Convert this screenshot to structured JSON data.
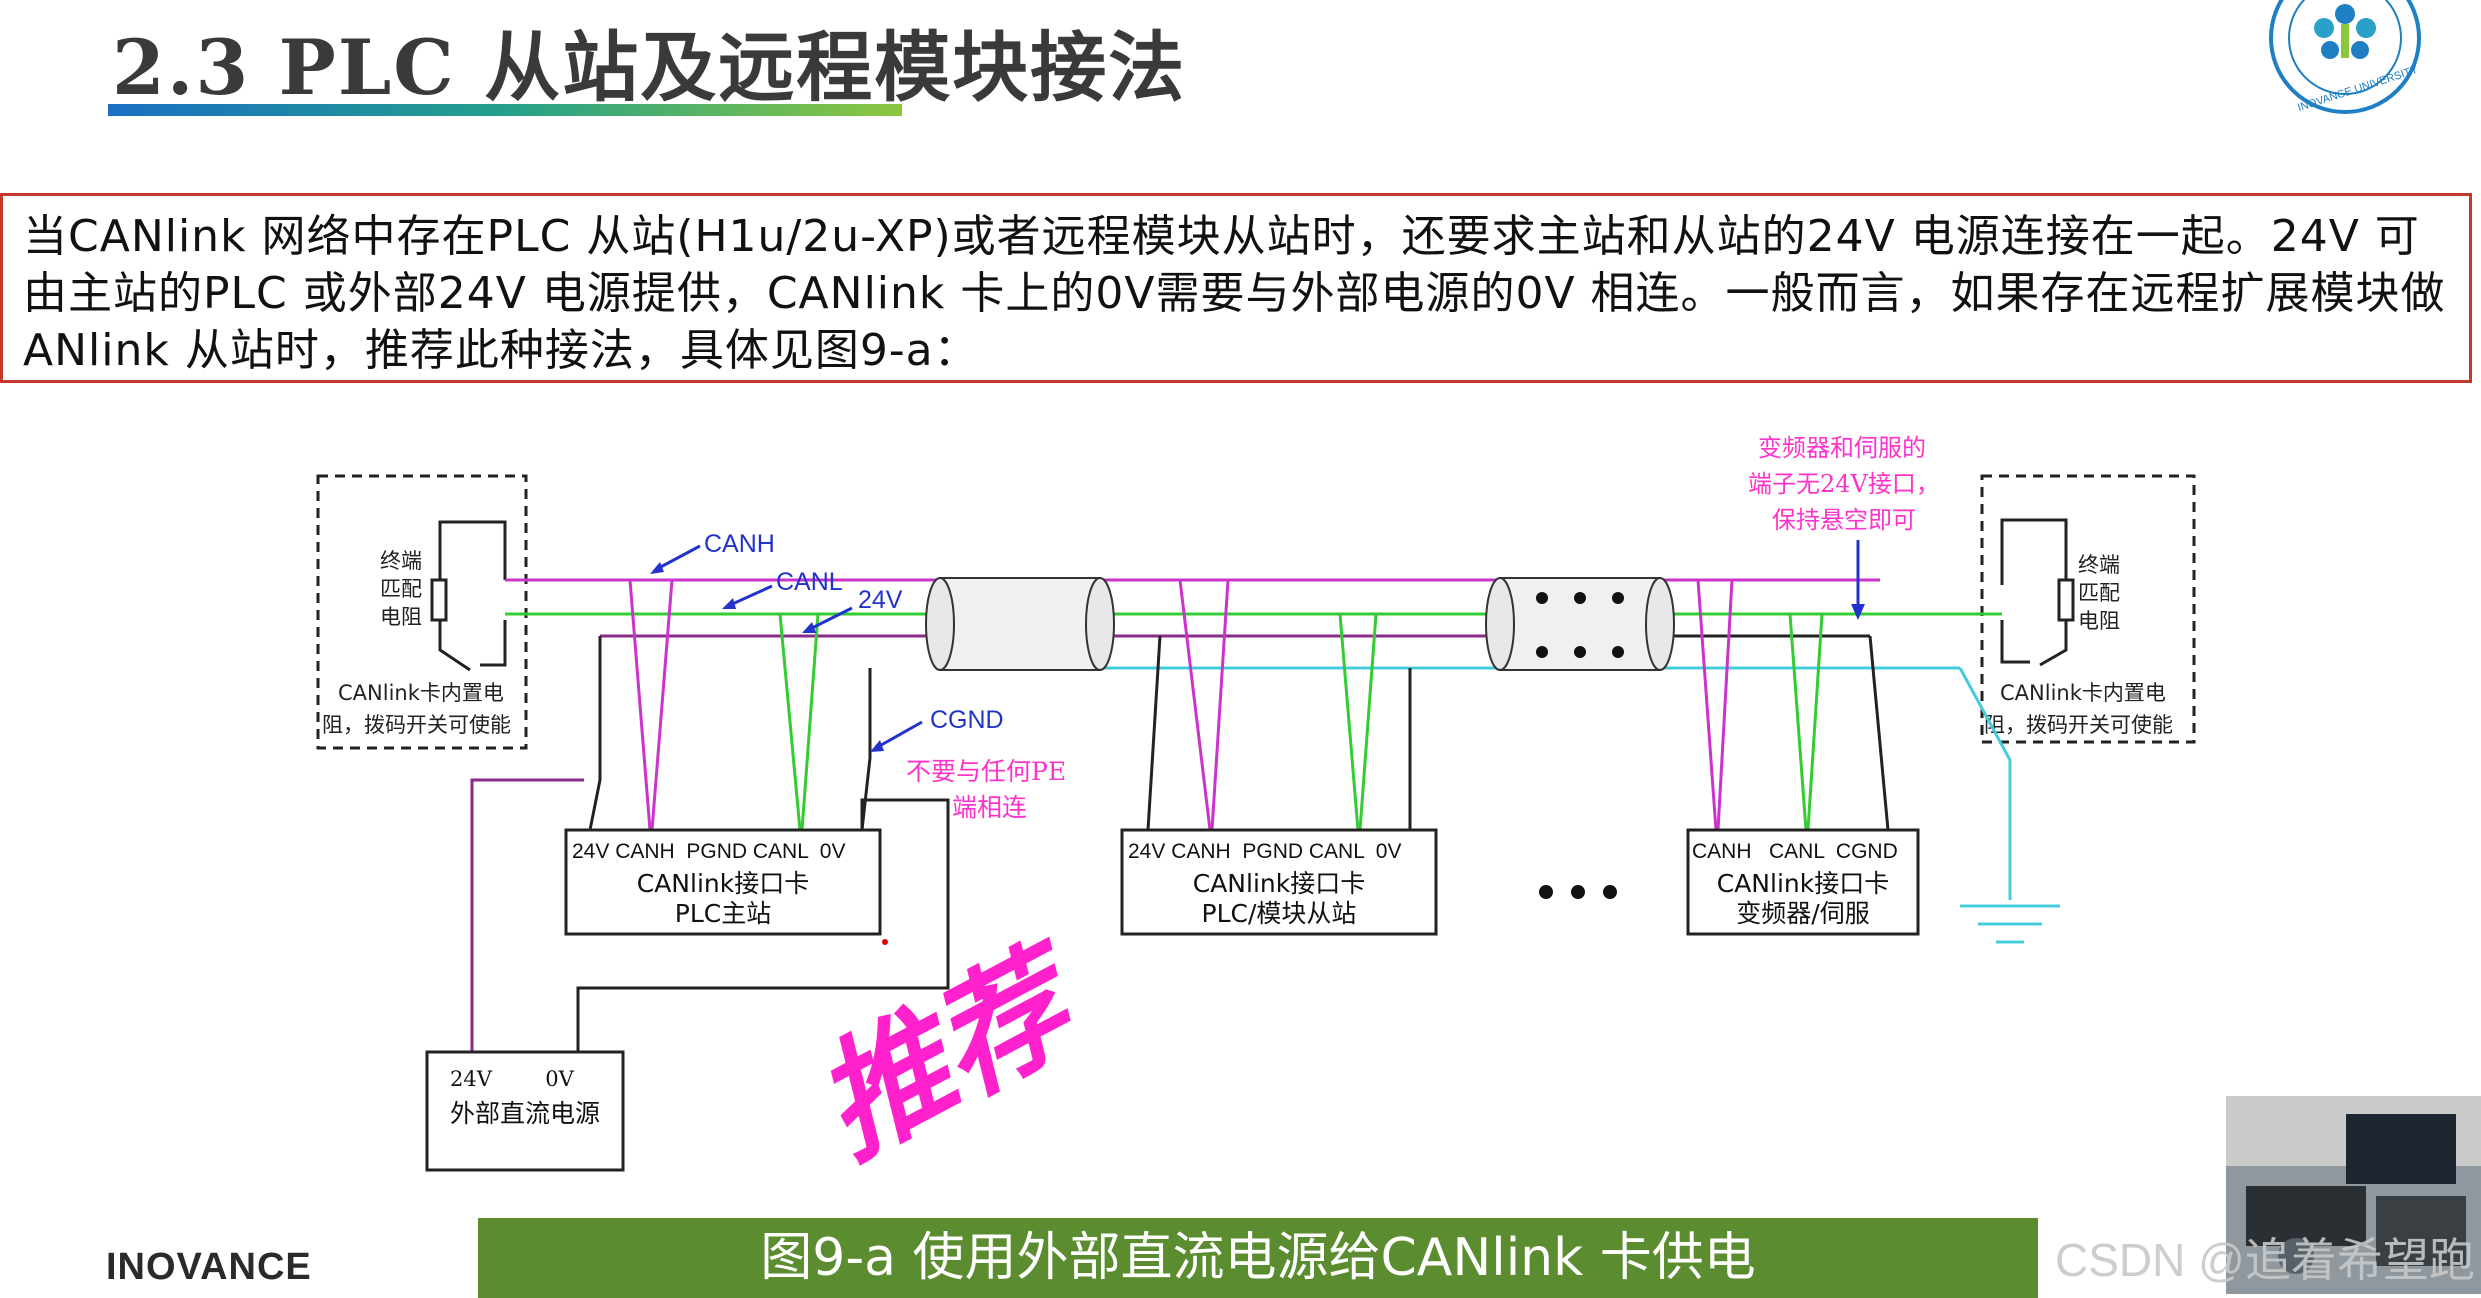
{
  "header": {
    "title": "2.3 PLC 从站及远程模块接法",
    "logo_text": "INOVANCE UNIVERSITY"
  },
  "intro": {
    "text": "当CANlink 网络中存在PLC 从站(H1u/2u-XP)或者远程模块从站时，还要求主站和从站的24V 电源连接在一起。24V 可由主站的PLC 或外部24V 电源提供，CANlink 卡上的0V需要与外部电源的0V 相连。一般而言，如果存在远程扩展模块做ANlink 从站时，推荐此种接法，具体见图9-a："
  },
  "diagram": {
    "left_resistor_label": [
      "终端",
      "匹配",
      "电阻"
    ],
    "left_resistor_note": [
      "CANlink卡内置电",
      "阻，拨码开关可使能"
    ],
    "right_resistor_label": [
      "终端",
      "匹配",
      "电阻"
    ],
    "right_resistor_note": [
      "CANlink卡内置电",
      "阻，拨码开关可使能"
    ],
    "wire_canh": "CANH",
    "wire_canl": "CANL",
    "wire_24v": "24V",
    "wire_cgnd": "CGND",
    "cgnd_note": [
      "不要与任何PE",
      "端相连"
    ],
    "inverter_note": [
      "变频器和伺服的",
      "端子无24V接口，",
      "保持悬空即可"
    ],
    "master": {
      "pins": "24V CANH  PGND CANL  0V",
      "line1": "CANlink接口卡",
      "line2": "PLC主站"
    },
    "slave": {
      "pins": "24V CANH  PGND CANL  0V",
      "line1": "CANlink接口卡",
      "line2": "PLC/模块从站"
    },
    "inverter": {
      "pins": "CANH   CANL  CGND",
      "line1": "CANlink接口卡",
      "line2": "变频器/伺服"
    },
    "psu": {
      "pins": "24V        0V",
      "line1": "外部直流电源"
    },
    "stamp": "推荐",
    "colors": {
      "canh": "#cc33cc",
      "canl": "#33cc33",
      "v24": "#8a2b8a",
      "shield": "#44ccdd",
      "note_magenta": "#ff33cc",
      "wire_label_blue": "#2233cc"
    }
  },
  "caption": "图9-a 使用外部直流电源给CANlink 卡供电",
  "footer": {
    "brand": "INOVANCE",
    "watermark": "CSDN @追着希望跑"
  }
}
